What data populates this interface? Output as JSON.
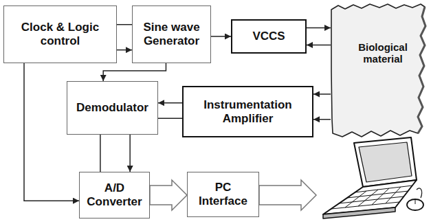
{
  "diagram": {
    "nodes": [
      {
        "text": [
          "Clock & Logic control"
        ]
      },
      {
        "text": [
          "Sine wave Generator"
        ]
      },
      {
        "text": [
          "VCCS"
        ]
      },
      {
        "text": [
          "Biological material"
        ]
      },
      {
        "text": [
          "Demodulator"
        ]
      },
      {
        "text": [
          "Instrumentation Amplifier"
        ]
      },
      {
        "text": [
          "A/D Converter"
        ]
      },
      {
        "text": [
          "PC Interface"
        ]
      }
    ],
    "edges": [
      {
        "from": 0,
        "to": 1,
        "arrow": "none"
      },
      {
        "from": 0,
        "to": 1,
        "arrow": "to"
      },
      {
        "from": 1,
        "to": 2,
        "arrow": "to"
      },
      {
        "from": 2,
        "to": 3,
        "arrow": "to"
      },
      {
        "from": 3,
        "to": 2,
        "arrow": "to"
      },
      {
        "from": 1,
        "to": 4,
        "arrow": "to"
      },
      {
        "from": 3,
        "to": 5,
        "arrow": "to"
      },
      {
        "from": 3,
        "to": 5,
        "arrow": "to"
      },
      {
        "from": 5,
        "to": 4,
        "arrow": "to"
      },
      {
        "from": 5,
        "to": 4,
        "arrow": "none"
      },
      {
        "from": 0,
        "to": 6,
        "arrow": "to"
      },
      {
        "from": 4,
        "to": 6,
        "arrow": "none"
      },
      {
        "from": 4,
        "to": 6,
        "arrow": "to"
      },
      {
        "from": 6,
        "to": 7,
        "arrow": "to"
      }
    ]
  }
}
